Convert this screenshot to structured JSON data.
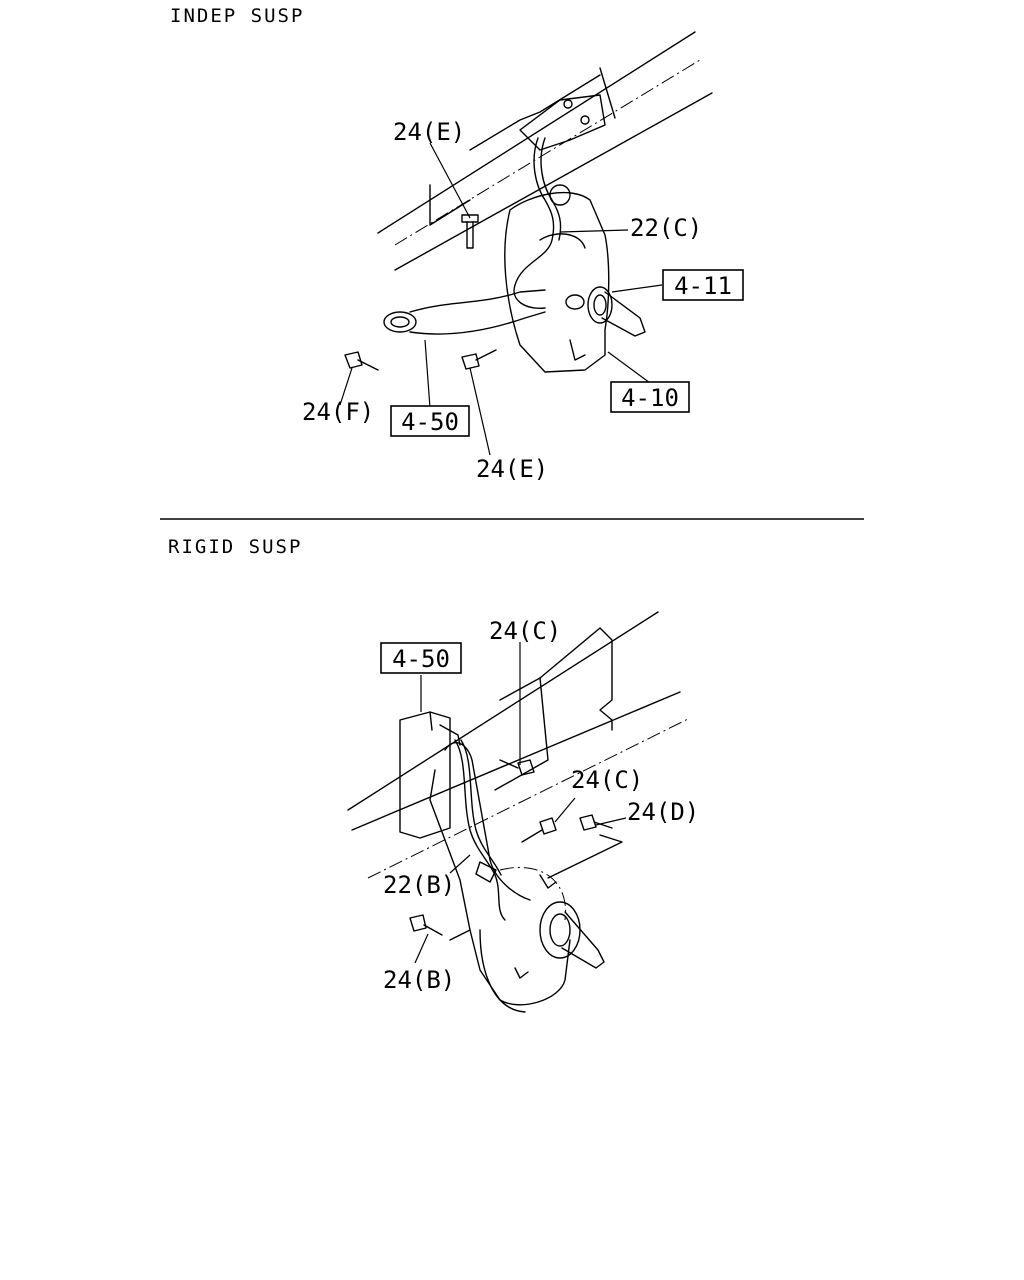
{
  "sections": {
    "indep": {
      "title": "INDEP SUSP",
      "callouts": {
        "bolt_top": "24(E)",
        "sensor": "22(C)",
        "ref_4_11": "4-11",
        "ref_4_10": "4-10",
        "ref_4_50": "4-50",
        "bolt_left": "24(F)",
        "bolt_bottom": "24(E)"
      }
    },
    "rigid": {
      "title": "RIGID SUSP",
      "callouts": {
        "ref_4_50": "4-50",
        "bolt_top": "24(C)",
        "bolt_mid": "24(C)",
        "bolt_right": "24(D)",
        "sensor": "22(B)",
        "bolt_bottom": "24(B)"
      }
    }
  }
}
